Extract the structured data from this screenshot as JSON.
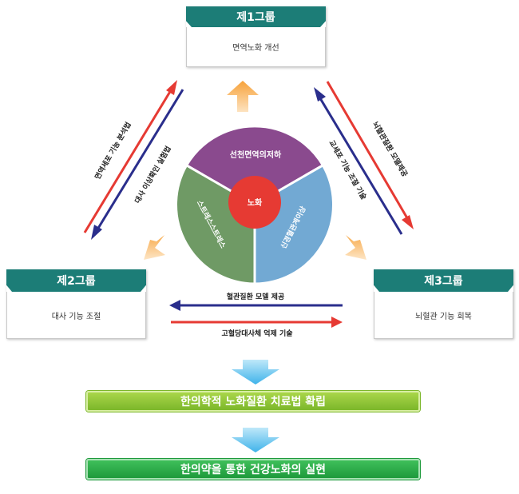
{
  "groups": {
    "g1": {
      "title": "제1그룹",
      "desc": "면역노화 개선"
    },
    "g2": {
      "title": "제2그룹",
      "desc": "대사 기능 조절"
    },
    "g3": {
      "title": "제3그룹",
      "desc": "뇌혈관 기능 회복"
    }
  },
  "circle": {
    "center": "노화",
    "top": "선천면역의저하",
    "left": "스트레스스트레스",
    "right": "신경혈관계이상"
  },
  "links": {
    "g1_g2_out": "면역세포 기능 분석법",
    "g1_g2_in": "대사 이상확인 실험법",
    "g1_g3_in": "교세포 기능 조절 기술",
    "g1_g3_out": "뇌혈관질환 모델제공",
    "g2_g3_top": "혈관질환 모델 제공",
    "g2_g3_bottom": "고혈당대사체 억제 기술"
  },
  "outcomes": {
    "first": "한의학적 노화질환 치료법 확립",
    "second": "한의약을 통한 건강노화의 실현"
  },
  "colors": {
    "teal": "#1c7d77",
    "purple": "#8a4a8e",
    "green": "#6f9a65",
    "blue": "#72a9d3",
    "red": "#e63a33",
    "navy": "#2a2e8c",
    "orange": "#f5c27a",
    "sky": "#62c2ee"
  }
}
